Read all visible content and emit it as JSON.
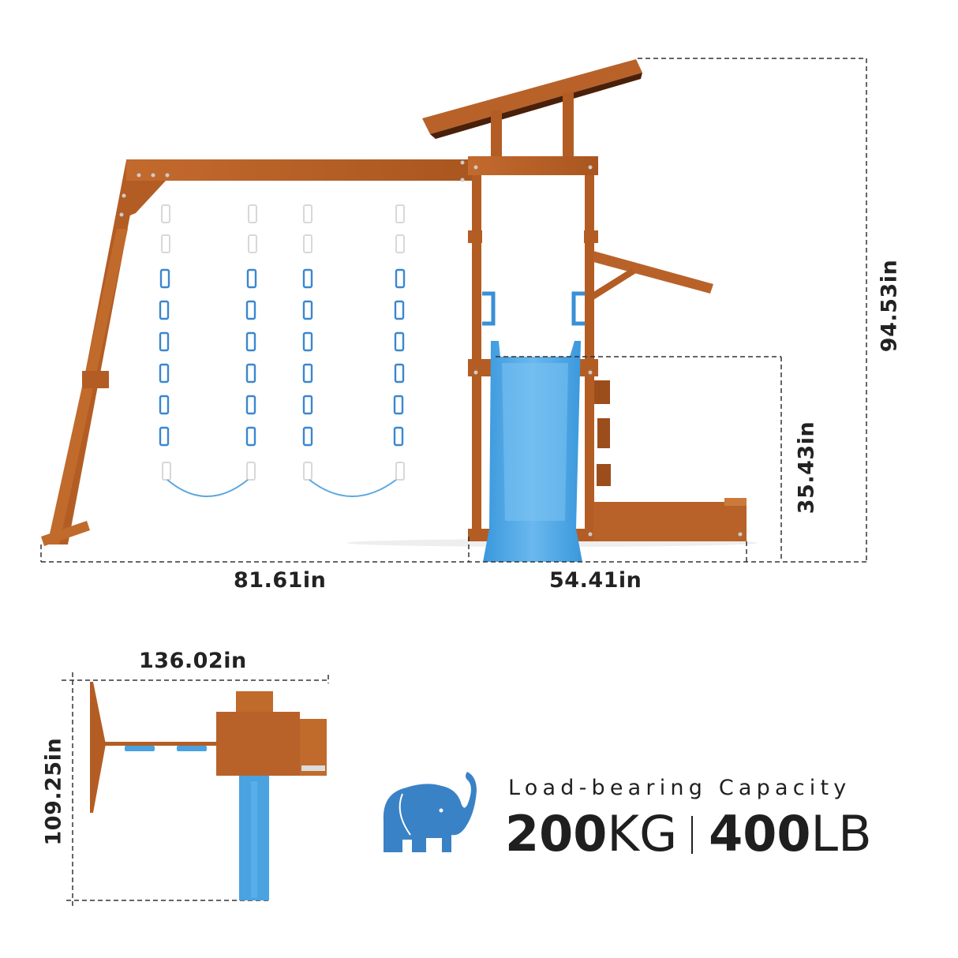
{
  "front_view": {
    "dimensions": {
      "swing_width": "81.61in",
      "tower_width": "54.41in",
      "deck_height": "35.43in",
      "total_height": "94.53in"
    },
    "components": [
      "swing-beam",
      "a-frame-leg",
      "swing-left",
      "swing-right",
      "play-tower",
      "roof",
      "slide",
      "side-bench"
    ]
  },
  "top_view": {
    "dimensions": {
      "total_length": "136.02in",
      "total_depth": "109.25in"
    }
  },
  "capacity": {
    "title": "Load-bearing Capacity",
    "kg_value": "200",
    "kg_unit": "KG",
    "lb_value": "400",
    "lb_unit": "LB"
  },
  "colors": {
    "wood": "#b8622a",
    "wood_dark": "#8a4418",
    "slide_blue": "#3f9fe0",
    "chain_blue": "#3a87d0",
    "elephant_blue": "#3a82c6",
    "text": "#222222"
  }
}
